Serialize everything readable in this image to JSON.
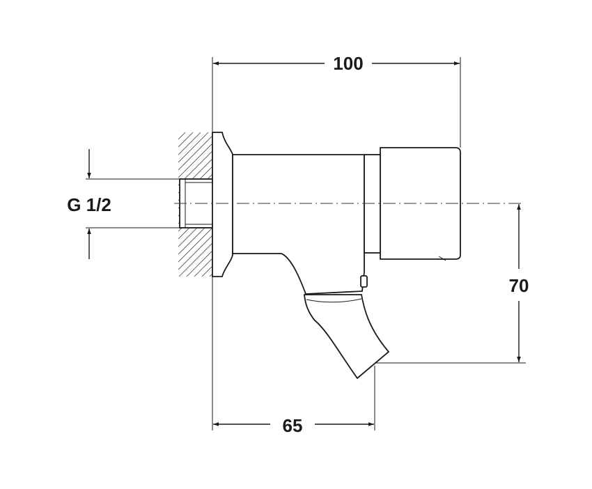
{
  "dimensions": {
    "overall_length": "100",
    "spout_offset": "65",
    "spout_height": "70",
    "thread": "G 1/2"
  }
}
